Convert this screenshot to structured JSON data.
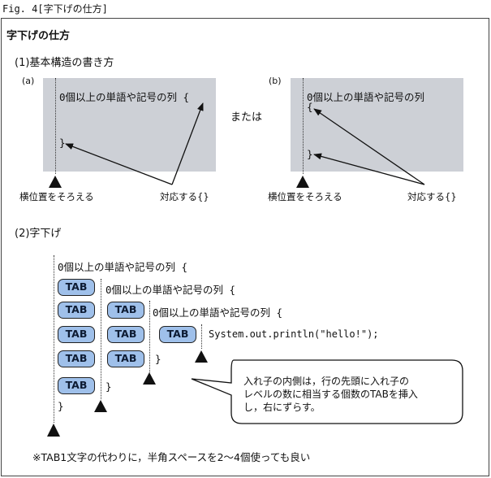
{
  "fig_label": "Fig. 4[字下げの仕方]",
  "title": "字下げの仕方",
  "section1": {
    "heading": "(1)基本構造の書き方",
    "or_text": "または",
    "panel_a": {
      "tag": "(a)",
      "line1": "0個以上の単語や記号の列 {",
      "close": "}",
      "align_label": "横位置をそろえる",
      "pair_label": "対応する{}"
    },
    "panel_b": {
      "tag": "(b)",
      "line1": "0個以上の単語や記号の列",
      "open": "{",
      "close": "}",
      "align_label": "横位置をそろえる",
      "pair_label": "対応する{}"
    }
  },
  "section2": {
    "heading": "(2)字下げ",
    "tab_label": "TAB",
    "lines": {
      "l0": "0個以上の単語や記号の列 {",
      "l1": "0個以上の単語や記号の列 {",
      "l2": "0個以上の単語や記号の列 {",
      "l3": "System.out.println(\"hello!\");",
      "c2": "}",
      "c1": "}",
      "c0": "}"
    },
    "callout": {
      "line1": "入れ子の内側は，行の先頭に入れ子の",
      "line2": "レベルの数に相当する個数のTABを挿入",
      "line3": "し，右にずらす。"
    }
  },
  "footnote": "※TAB1文字の代わりに，半角スペースを2～4個使っても良い"
}
